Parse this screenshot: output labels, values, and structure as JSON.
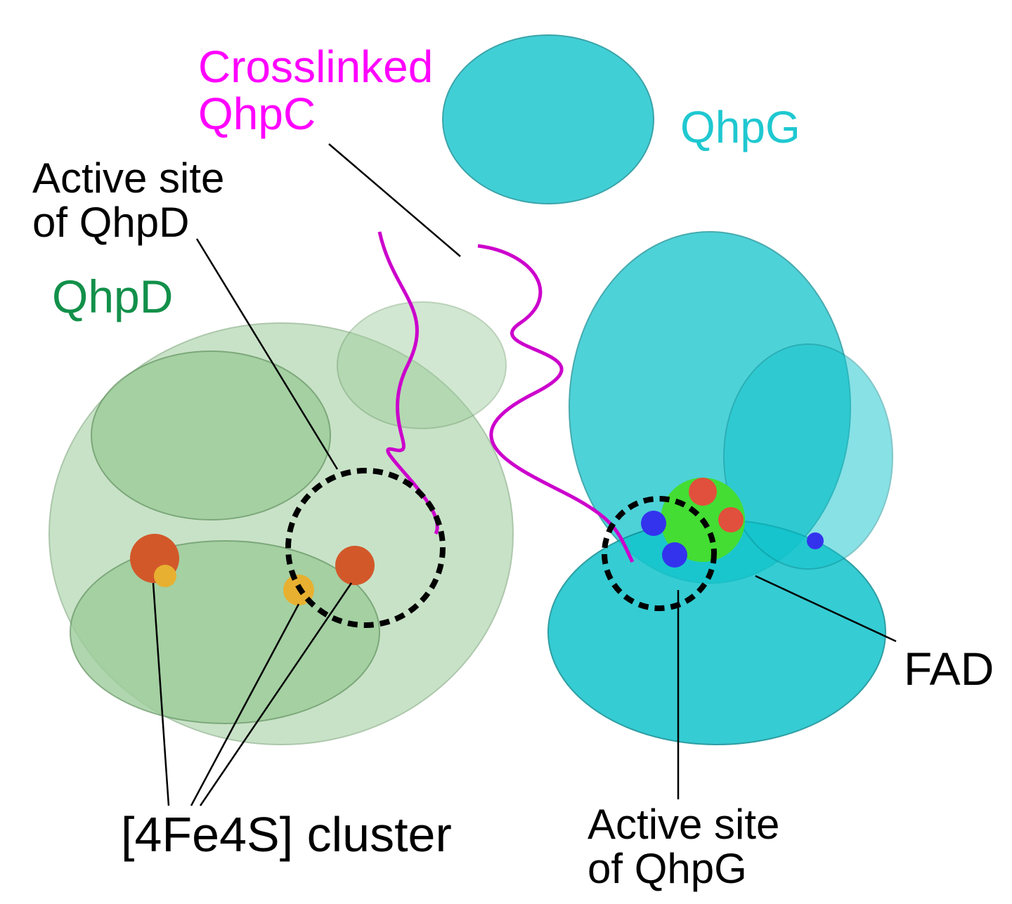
{
  "labels": {
    "crosslinked_qhpc": {
      "line1": "Crosslinked",
      "line2": "QhpC",
      "color": "#ff00ff"
    },
    "qhpg": {
      "text": "QhpG",
      "color": "#1fc8d0"
    },
    "active_site_qhpd": {
      "line1": "Active site",
      "line2": "of QhpD"
    },
    "qhpd": {
      "text": "QhpD",
      "color": "#12904a"
    },
    "fad": {
      "text": "FAD"
    },
    "cluster": {
      "text": "[4Fe4S] cluster"
    },
    "active_site_qhpg": {
      "line1": "Active site",
      "line2": "of QhpG"
    }
  },
  "colors": {
    "qhpd_ribbon": "#9ccc9a",
    "qhpg_ribbon": "#12c4cc",
    "qhpc_ribbon": "#cc00cc",
    "fad_carbon": "#44dd33",
    "fad_nitrogen": "#3333ee",
    "fad_oxygen": "#e0503c",
    "cluster_fe": "#d2582a",
    "cluster_s": "#e8b030"
  }
}
